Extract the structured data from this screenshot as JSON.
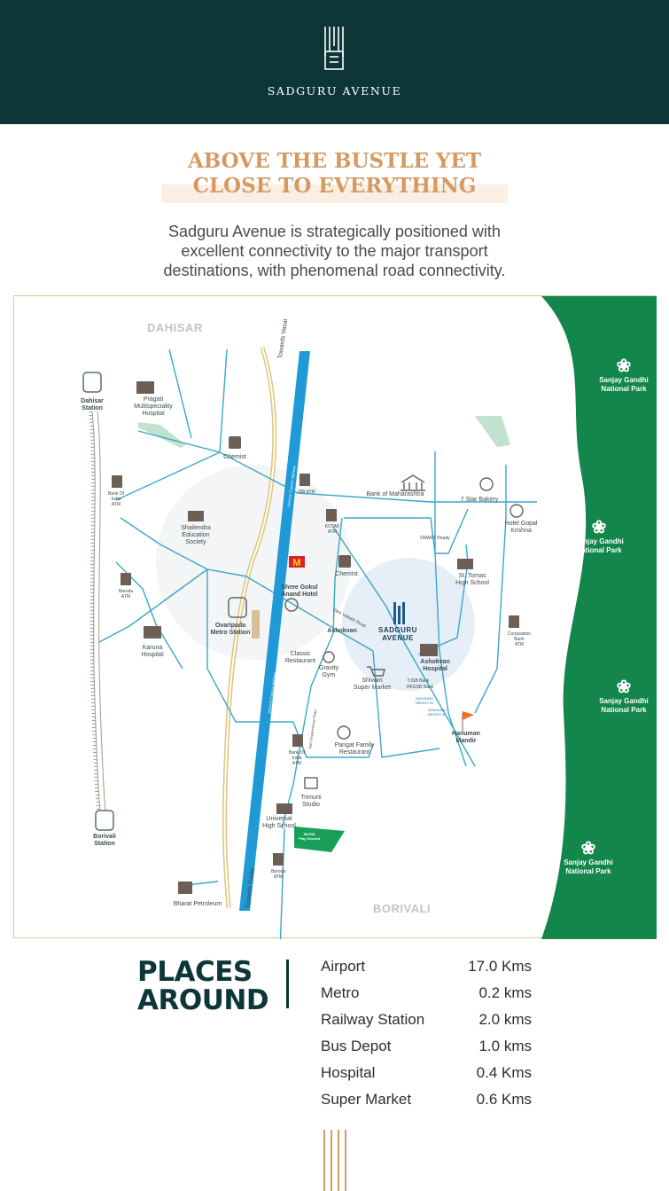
{
  "brand": {
    "name": "SADGURU AVENUE",
    "logo_icon": "building-logo-icon"
  },
  "headline": {
    "line1": "ABOVE THE BUSTLE YET",
    "line2": "CLOSE TO EVERYTHING"
  },
  "intro": {
    "line1": "Sadguru Avenue is strategically positioned with",
    "line2": "excellent connectivity to the major transport",
    "line3": "destinations, with phenomenal road connectivity."
  },
  "map": {
    "areas": {
      "north": "DAHISAR",
      "south": "BORIVALI"
    },
    "stations": {
      "dahisar": {
        "line1": "Dahisar",
        "line2": "Station"
      },
      "borivali": {
        "line1": "Borivali",
        "line2": "Station"
      },
      "metro": {
        "line1": "Ovaripada",
        "line2": "Metro Station"
      }
    },
    "roads": {
      "towards_vasai": "Towards Vasai",
      "towards_dadar": "Towards Dadar",
      "highway_top": "Western Express Highway",
      "highway_bottom": "Western Express Highway",
      "sant_road": "Sant Dnyaneshwar Road",
      "dahisar_road": "Devi Vallabh Road"
    },
    "park": {
      "line1": "Sanjay Gandhi",
      "line2": "National Park"
    },
    "project": {
      "line1": "SADGURU",
      "line2": "AVENUE"
    },
    "pois": {
      "pragati": {
        "line1": "Pragati",
        "line2": "Multispeciality",
        "line3": "Hospital"
      },
      "chemist1": "Chemist",
      "boi_atm1": {
        "line1": "Bank Of",
        "line2": "India",
        "line3": "ATM"
      },
      "sbi_atm": "SBI ATM",
      "bank_maharashtra": "Bank of Maharashtra",
      "bakery": "7 Star Bakery",
      "hotel_gopal": {
        "line1": "Hotel Gopal",
        "line2": "Krishna"
      },
      "shailendra": {
        "line1": "Shailendra",
        "line2": "Education",
        "line3": "Society"
      },
      "kotak_atm": {
        "line1": "KOTAK",
        "line2": "ATM"
      },
      "dmart": "DMART Ready",
      "st_tomas": {
        "line1": "St. Tomas",
        "line2": "High School"
      },
      "chemist2": "Chemist",
      "baroda_atm1": {
        "line1": "Baroda",
        "line2": "ATM"
      },
      "shree_gokul": {
        "line1": "Shree Gokul",
        "line2": "Anand Hotel"
      },
      "ashokvan": "Ashokvan",
      "corp_atm": {
        "line1": "Corporation",
        "line2": "Bank",
        "line3": "ATM"
      },
      "karuna": {
        "line1": "Karuna",
        "line2": "Hospital"
      },
      "classic": {
        "line1": "Classic",
        "line2": "Restaurant"
      },
      "gravity": {
        "line1": "Gravity",
        "line2": "Gym"
      },
      "ashokvan_hosp": {
        "line1": "Ashokvan",
        "line2": "Hospital"
      },
      "shivam": {
        "line1": "Shivam",
        "line2": "Super Market"
      },
      "tjsb": "TJSB Bank",
      "hkgsb": "HKGSB Bank",
      "sadguru_h1": {
        "line1": "SADGURU",
        "line2": "HEIGHT-01"
      },
      "sadguru_h2": {
        "line1": "SADGURU",
        "line2": "HEIGHT-02"
      },
      "hanuman": {
        "line1": "Hanuman",
        "line2": "Mandir"
      },
      "pangat": {
        "line1": "Pangat Family",
        "line2": "Restaurant"
      },
      "boi_atm2": {
        "line1": "Bank Of",
        "line2": "India",
        "line3": "ATM"
      },
      "trimurti": {
        "line1": "Trimurti",
        "line2": "Studio"
      },
      "universal": {
        "line1": "Universal",
        "line2": "High School"
      },
      "mcgm": {
        "line1": "MCGM",
        "line2": "Play Ground"
      },
      "baroda_atm2": {
        "line1": "Baroda",
        "line2": "ATM"
      },
      "bharat": "Bharat Petroleum"
    }
  },
  "places": {
    "title_line1": "PLACES",
    "title_line2": "AROUND",
    "items": [
      {
        "name": "Airport",
        "distance": "17.0 Kms"
      },
      {
        "name": "Metro",
        "distance": "0.2 kms"
      },
      {
        "name": "Railway Station",
        "distance": "2.0 kms"
      },
      {
        "name": "Bus Depot",
        "distance": "1.0 kms"
      },
      {
        "name": "Hospital",
        "distance": "0.4 Kms"
      },
      {
        "name": "Super Market",
        "distance": "0.6 Kms"
      }
    ]
  },
  "colors": {
    "header_bg": "#0d3639",
    "accent": "#d49a62",
    "park_green": "#13864c",
    "road_blue": "#3aa8c7",
    "highway_blue": "#1f9ad6"
  }
}
